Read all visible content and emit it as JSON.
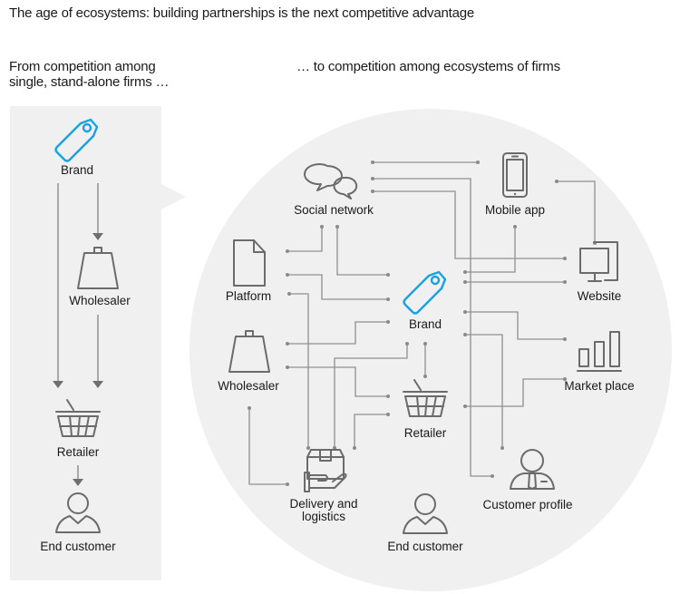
{
  "title": "The age of ecosystems: building partnerships is the next competitive advantage",
  "left_panel": {
    "heading_line1": "From competition among",
    "heading_line2": "single, stand-alone firms …",
    "nodes": [
      {
        "id": "brand",
        "label": "Brand",
        "icon": "price-tag-icon"
      },
      {
        "id": "wholesaler",
        "label": "Wholesaler",
        "icon": "weight-icon"
      },
      {
        "id": "retailer",
        "label": "Retailer",
        "icon": "shopping-basket-icon"
      },
      {
        "id": "end_customer",
        "label": "End customer",
        "icon": "person-icon"
      }
    ]
  },
  "right_panel": {
    "heading": "… to competition among ecosystems of firms",
    "nodes": [
      {
        "id": "social_network",
        "label": "Social network",
        "icon": "speech-bubbles-icon"
      },
      {
        "id": "mobile_app",
        "label": "Mobile app",
        "icon": "smartphone-icon"
      },
      {
        "id": "platform",
        "label": "Platform",
        "icon": "document-icon"
      },
      {
        "id": "website",
        "label": "Website",
        "icon": "monitor-icon"
      },
      {
        "id": "brand",
        "label": "Brand",
        "icon": "price-tag-icon"
      },
      {
        "id": "wholesaler",
        "label": "Wholesaler",
        "icon": "weight-icon"
      },
      {
        "id": "market_place",
        "label": "Market place",
        "icon": "bar-chart-icon"
      },
      {
        "id": "retailer",
        "label": "Retailer",
        "icon": "shopping-basket-icon"
      },
      {
        "id": "delivery",
        "label_line1": "Delivery and",
        "label_line2": "logistics",
        "icon": "package-in-hand-icon"
      },
      {
        "id": "customer_profile",
        "label": "Customer profile",
        "icon": "businessperson-icon"
      },
      {
        "id": "end_customer",
        "label": "End customer",
        "icon": "person-icon"
      }
    ]
  },
  "colors": {
    "accent": "#1ba1e2",
    "panel_bg": "#f0f0f0",
    "icon_stroke": "#6b6b6b",
    "connector": "#8f8f8f"
  }
}
